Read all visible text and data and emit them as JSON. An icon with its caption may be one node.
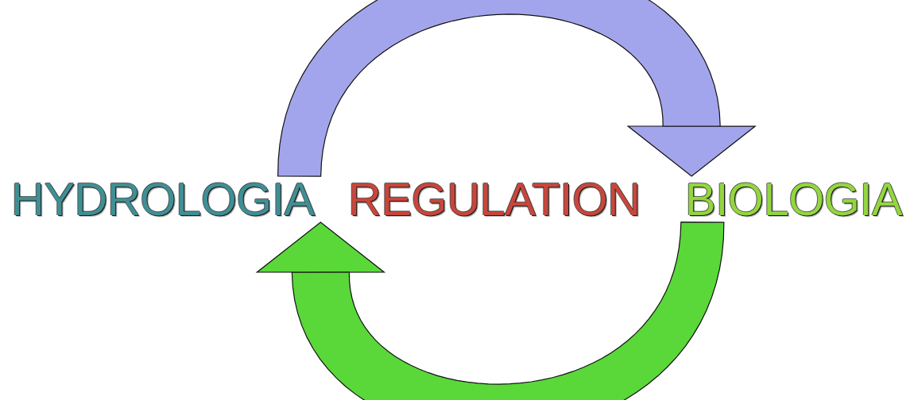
{
  "diagram": {
    "nodes": [
      {
        "text": [
          "HYDROLOGIA"
        ]
      },
      {
        "text": [
          "BIOLOGIA"
        ]
      }
    ],
    "edges": [
      {
        "from": 0,
        "to": 1,
        "arrow": "to",
        "color": "#a3a5ec"
      },
      {
        "from": 1,
        "to": 0,
        "arrow": "to",
        "color": "#5ad83a"
      }
    ],
    "labels": [
      "REGULATION"
    ]
  }
}
